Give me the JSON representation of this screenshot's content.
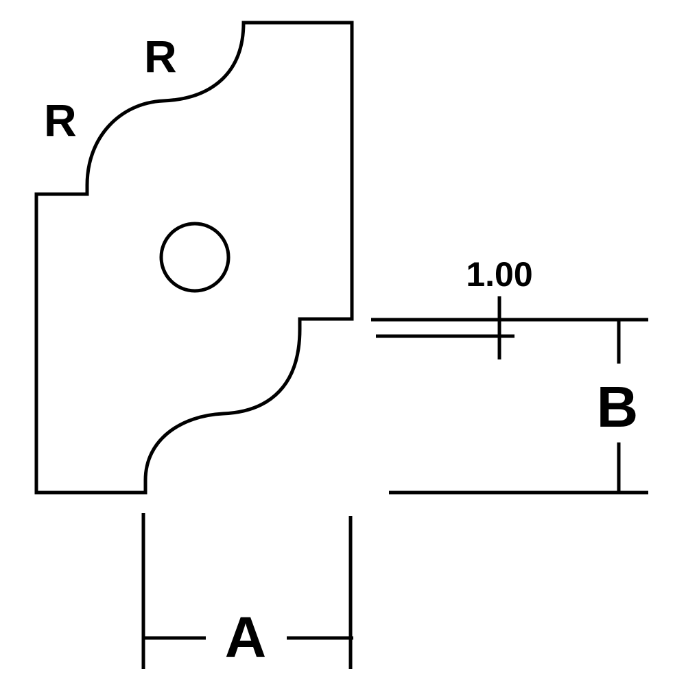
{
  "diagram": {
    "labels": {
      "radius_top": "R",
      "radius_left": "R",
      "dimension_value": "1.00",
      "dimension_b": "B",
      "dimension_a": "A"
    },
    "colors": {
      "line": "#000000",
      "background": "#ffffff"
    }
  }
}
